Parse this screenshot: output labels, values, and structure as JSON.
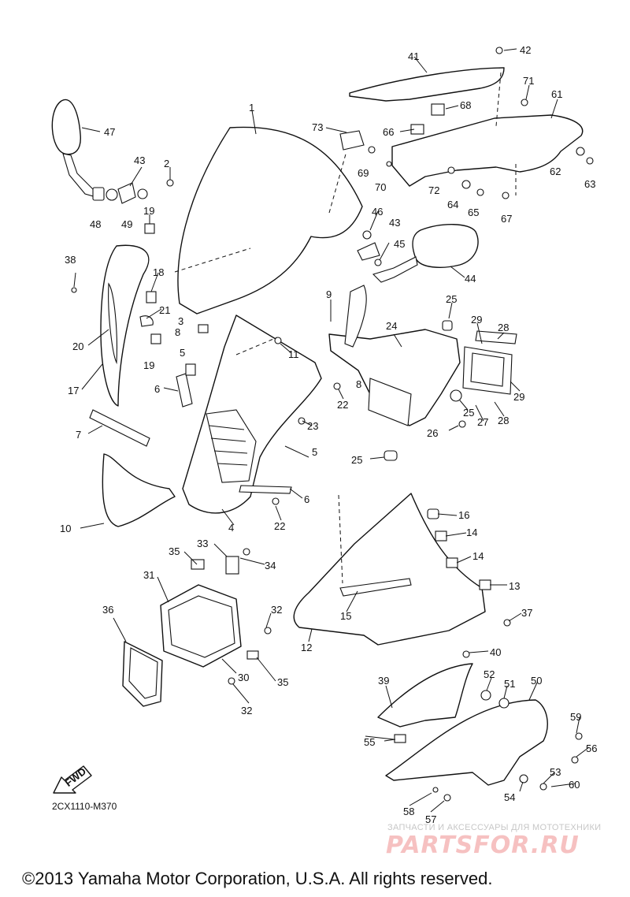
{
  "diagram": {
    "code": "2CX1110-M370",
    "fwd_label": "FWD",
    "copyright": "©2013 Yamaha Motor Corporation, U.S.A. All rights reserved.",
    "watermark_sub": "ЗАПЧАСТИ И АКСЕССУАРЫ ДЛЯ МОТОТЕХНИКИ",
    "watermark_logo": "PARTSFOR.RU",
    "callouts": [
      "1",
      "2",
      "3",
      "4",
      "5",
      "5",
      "6",
      "6",
      "7",
      "8",
      "8",
      "9",
      "10",
      "11",
      "12",
      "13",
      "14",
      "14",
      "15",
      "16",
      "17",
      "18",
      "19",
      "19",
      "20",
      "21",
      "22",
      "22",
      "23",
      "24",
      "25",
      "25",
      "25",
      "26",
      "27",
      "28",
      "28",
      "29",
      "29",
      "30",
      "31",
      "32",
      "32",
      "33",
      "34",
      "35",
      "35",
      "36",
      "37",
      "38",
      "39",
      "40",
      "41",
      "42",
      "43",
      "43",
      "44",
      "45",
      "46",
      "47",
      "48",
      "49",
      "50",
      "51",
      "52",
      "53",
      "54",
      "55",
      "56",
      "57",
      "58",
      "59",
      "60",
      "61",
      "62",
      "63",
      "64",
      "65",
      "66",
      "67",
      "68",
      "69",
      "70",
      "71",
      "72",
      "73"
    ]
  }
}
